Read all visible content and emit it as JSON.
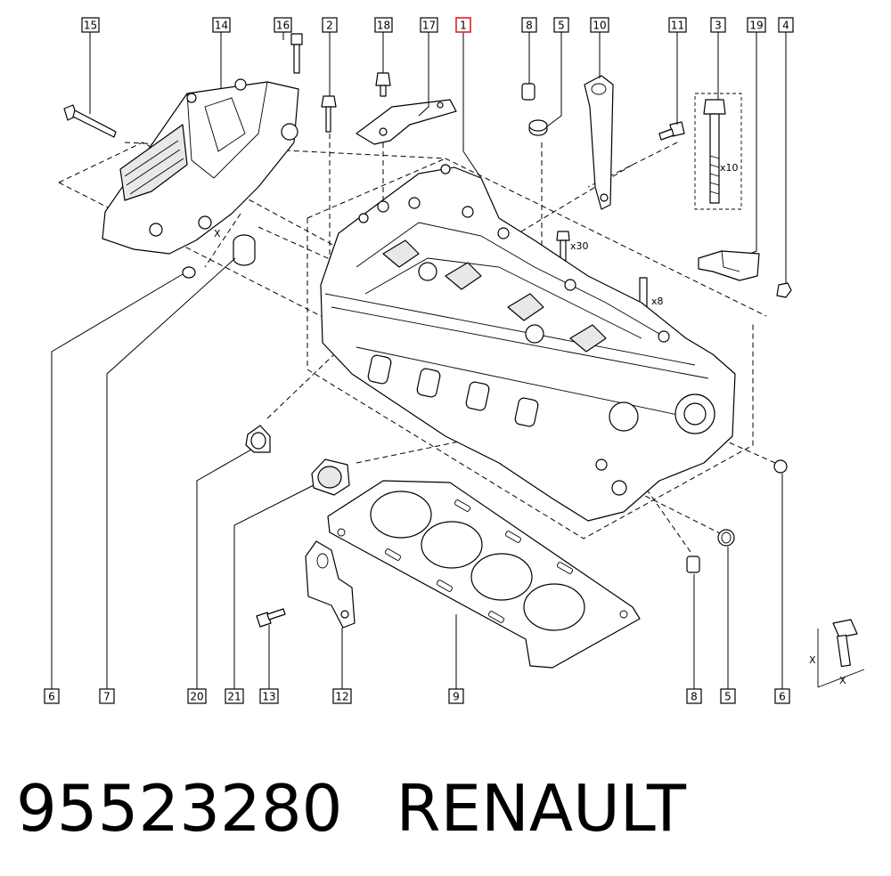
{
  "diagram": {
    "highlight_color": "#e0202a",
    "line_color": "#000000",
    "callouts_top": [
      "15",
      "14",
      "16",
      "2",
      "18",
      "17",
      "1",
      "8",
      "5",
      "10",
      "11",
      "3",
      "19",
      "4"
    ],
    "callouts_bottom": [
      "6",
      "7",
      "20",
      "21",
      "13",
      "12",
      "9",
      "8",
      "5",
      "6"
    ],
    "highlighted_callout": "1",
    "quantity_labels": {
      "q10": "x10",
      "q30": "x30",
      "q8": "x8"
    },
    "axis_labels": {
      "x1": "X",
      "x2": "X",
      "x3": "X"
    }
  },
  "caption": {
    "part_number": "95523280",
    "brand": "RENAULT"
  }
}
